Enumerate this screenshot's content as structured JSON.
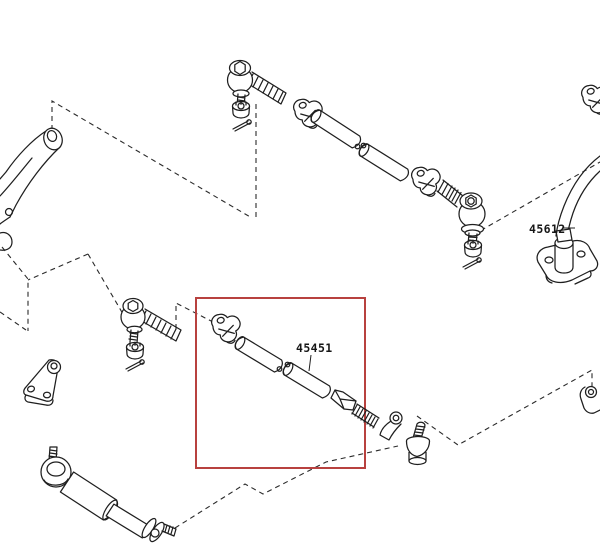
{
  "diagram": {
    "description": "Exploded steering linkage parts diagram",
    "background_color": "#ffffff",
    "line_color": "#1f1f1f",
    "highlight_color": "#b8413f",
    "highlight_box": {
      "part_number": "45451"
    },
    "labels": [
      {
        "part_number": "45612"
      },
      {
        "part_number": "45451"
      }
    ],
    "parts": [
      {
        "name": "steering-knuckle-arm-left"
      },
      {
        "name": "tie-rod-end-upper"
      },
      {
        "name": "castle-nut"
      },
      {
        "name": "cotter-pin"
      },
      {
        "name": "tube-clamp"
      },
      {
        "name": "tie-rod-tube"
      },
      {
        "name": "tie-rod-end-upper-right"
      },
      {
        "name": "steering-knuckle-arm-right"
      },
      {
        "name": "tie-rod-tube-assembly-45451"
      },
      {
        "name": "hex-adjusting-sleeve"
      },
      {
        "name": "tie-rod-end-lower"
      },
      {
        "name": "steering-damper"
      },
      {
        "name": "triangular-bracket-plate"
      },
      {
        "name": "tie-rod-end-middle-left"
      }
    ]
  }
}
